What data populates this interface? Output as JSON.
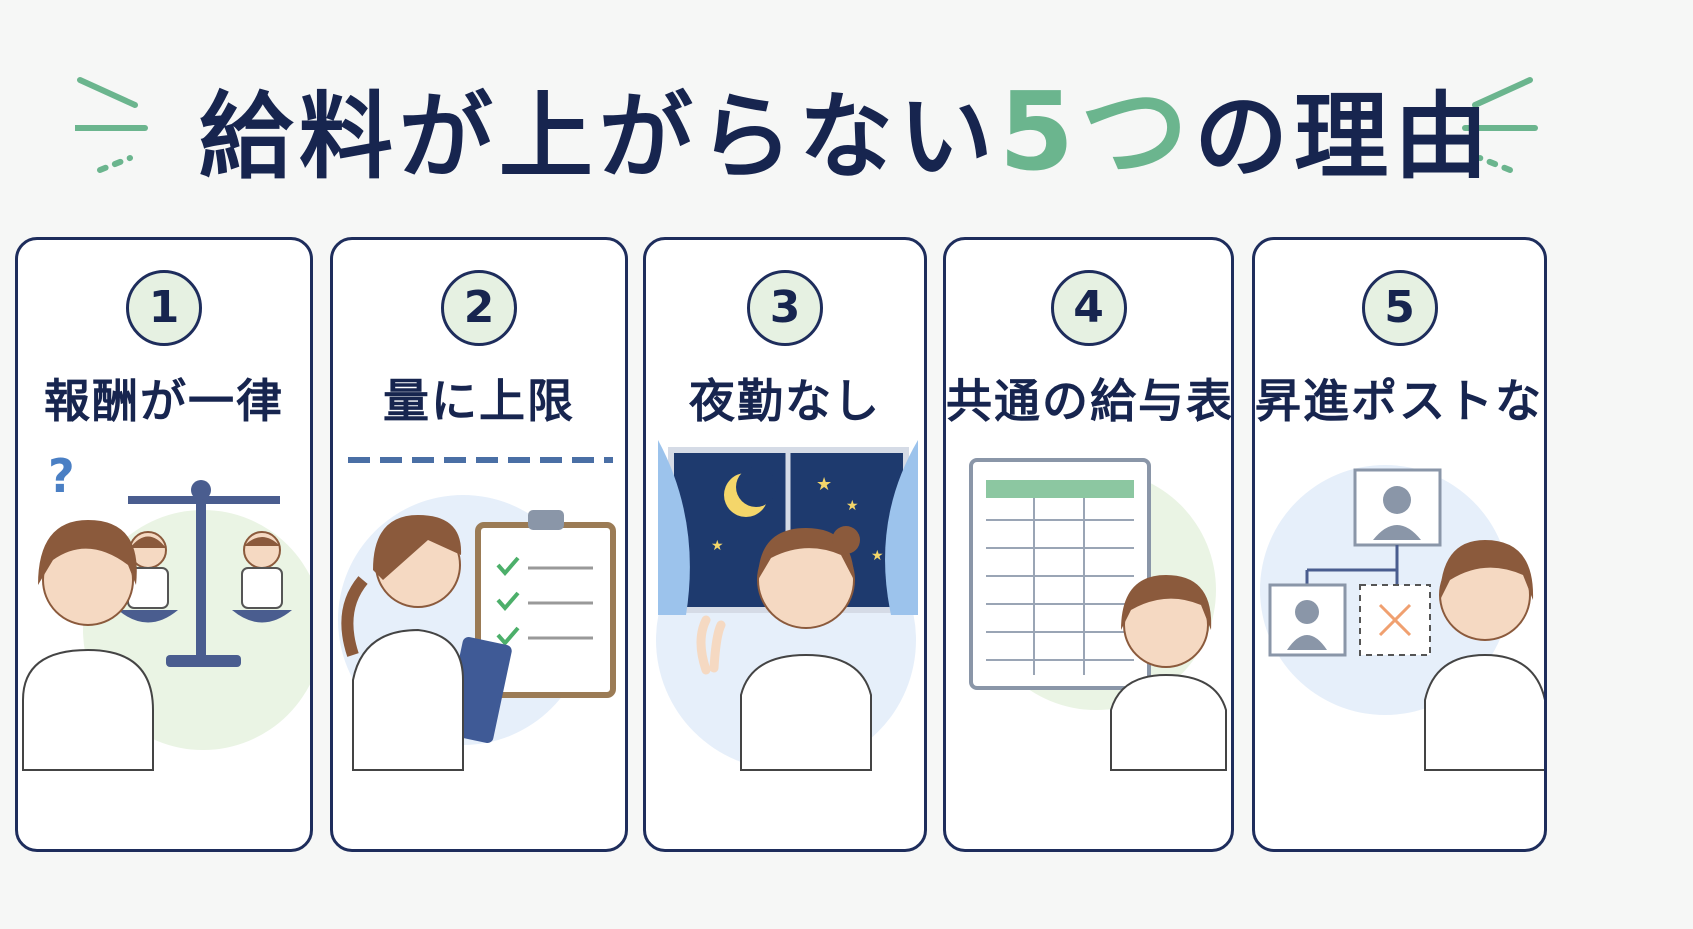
{
  "title": {
    "main": "給料が上がらない",
    "number": "5",
    "tsu": "つ",
    "rest": "の理由"
  },
  "colors": {
    "navy": "#1e2d5c",
    "accent_green": "#6bb58e",
    "badge_fill": "#e6f1e2"
  },
  "reasons": [
    {
      "num": "1",
      "label": "報酬が一律",
      "icon": "balance-scale-icon"
    },
    {
      "num": "2",
      "label": "量に上限",
      "icon": "clipboard-checklist-icon"
    },
    {
      "num": "3",
      "label": "夜勤なし",
      "icon": "night-window-icon"
    },
    {
      "num": "4",
      "label": "共通の給与表",
      "icon": "salary-table-icon"
    },
    {
      "num": "5",
      "label": "昇進ポストなし",
      "icon": "org-chart-icon"
    }
  ]
}
